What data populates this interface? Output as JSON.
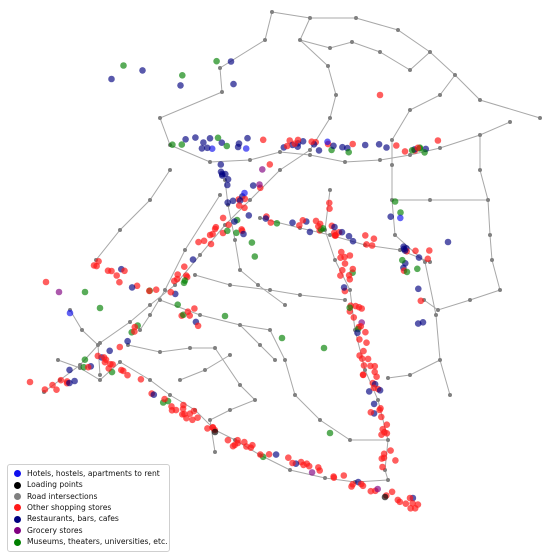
{
  "colors": {
    "road": "#a8a8a8",
    "hotel": "#1010ee",
    "loading": "#000000",
    "intersection": "#808080",
    "shopping": "#ff1a1a",
    "restaurant": "#000080",
    "grocery": "#800080",
    "museum": "#008000"
  },
  "legend": [
    {
      "key": "hotel",
      "label": "Hotels, hostels, apartments to rent"
    },
    {
      "key": "loading",
      "label": "Loading points"
    },
    {
      "key": "intersection",
      "label": "Road intersections"
    },
    {
      "key": "shopping",
      "label": "Other shopping stores"
    },
    {
      "key": "restaurant",
      "label": "Restaurants, bars, cafes"
    },
    {
      "key": "grocery",
      "label": "Grocery stores"
    },
    {
      "key": "museum",
      "label": "Museums, theaters, universities, etc."
    }
  ]
}
